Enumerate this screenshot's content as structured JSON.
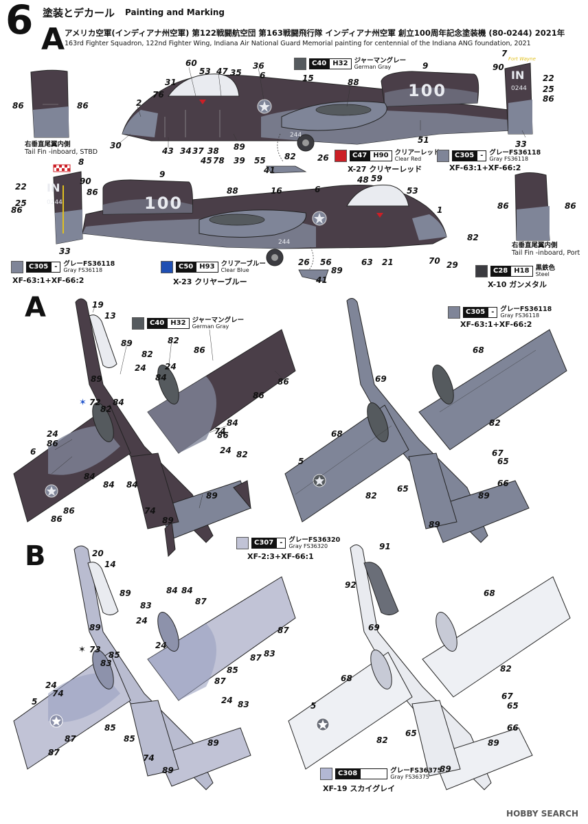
{
  "header": {
    "step_number": "6",
    "title_jp": "塗装とデカール",
    "title_en": "Painting and Marking",
    "section": "A",
    "desc_jp": "アメリカ空軍(インディアナ州空軍) 第122戦闘航空団 第163戦闘飛行隊 インディアナ州空軍 創立100周年記念塗装機 (80-0244) 2021年",
    "desc_en": "163rd Fighter Squadron, 122nd Fighter Wing, Indiana Air National Guard Memorial painting for centennial of the Indiana ANG foundation, 2021"
  },
  "colors": {
    "dark_gray": "#4a3e48",
    "german_gray": "#555a5e",
    "mid_gray": "#7f8598",
    "light_gray": "#b9bcd0",
    "very_light": "#e9ebf0",
    "clear_red": "#cc1f26",
    "clear_blue": "#1f4fb3",
    "steel": "#3b3b40",
    "c307": "#c1c3d6",
    "c308": "#b3b8d4"
  },
  "paints": {
    "c40": {
      "code": "C40",
      "h": "H32",
      "name_jp": "ジャーマングレー",
      "name_en": "German Gray"
    },
    "c47": {
      "code": "C47",
      "h": "H90",
      "name_jp": "クリアーレッド",
      "name_en": "Clear Red"
    },
    "c305": {
      "code": "C305",
      "h": "-",
      "name_jp": "グレーFS36118",
      "name_en": "Gray FS36118"
    },
    "c50": {
      "code": "C50",
      "h": "H93",
      "name_jp": "クリアーブルー",
      "name_en": "Clear Blue"
    },
    "c28": {
      "code": "C28",
      "h": "H18",
      "name_jp": "黒鉄色",
      "name_en": "Steel"
    },
    "c307": {
      "code": "C307",
      "h": "-",
      "name_jp": "グレーFS36320",
      "name_en": "Gray FS36320"
    },
    "c308": {
      "code": "C308",
      "h": "",
      "name_jp": "グレーFS36375",
      "name_en": "Gray FS36375"
    }
  },
  "mixes": {
    "x27": "X-27 クリヤーレッド",
    "xf63_1": "XF-63:1+XF-66:2",
    "x23": "X-23 クリヤーブルー",
    "x10": "X-10 ガンメタル",
    "xf63_2": "XF-63:1+XF-66:2",
    "xf63_3": "XF-63:1+XF-66:2",
    "xf2": "XF-2:3+XF-66:1",
    "xf19": "XF-19 スカイグレイ"
  },
  "captions": {
    "tail_stbd_jp": "右垂直尾翼内側",
    "tail_stbd_en": "Tail Fin -inboard, STBD",
    "tail_port_jp": "右垂直尾翼内側",
    "tail_port_en": "Tail Fin -inboard, Port"
  },
  "section_labels": {
    "a": "A",
    "b": "B"
  },
  "side_labels": {
    "IN": "IN",
    "serial": "0244",
    "number_100": "100",
    "tail_code": "244",
    "small": "Fort Wayne"
  },
  "callouts_top": [
    "60",
    "53",
    "47",
    "35",
    "36",
    "6",
    "15",
    "88",
    "9",
    "7",
    "90",
    "22",
    "25",
    "86",
    "86",
    "86",
    "31",
    "76",
    "2",
    "30",
    "43",
    "34",
    "37",
    "45",
    "78",
    "38",
    "39",
    "89",
    "55",
    "51",
    "82",
    "26",
    "41",
    "33"
  ],
  "callouts_mid": [
    "8",
    "22",
    "90",
    "25",
    "86",
    "86",
    "9",
    "88",
    "16",
    "6",
    "48",
    "59",
    "53",
    "1",
    "82",
    "70",
    "29",
    "26",
    "56",
    "89",
    "63",
    "21",
    "41",
    "33",
    "86",
    "86"
  ],
  "callouts_bottom_a": [
    "19",
    "13",
    "89",
    "82",
    "24",
    "86",
    "82",
    "89",
    "24",
    "84",
    "86",
    "86",
    "72",
    "82",
    "84",
    "84",
    "24",
    "86",
    "74",
    "24",
    "6",
    "86",
    "82",
    "84",
    "84",
    "84",
    "74",
    "89",
    "86",
    "86",
    "89"
  ],
  "callouts_bottom_a2": [
    "68",
    "69",
    "82",
    "68",
    "67",
    "65",
    "5",
    "66",
    "65",
    "82",
    "89",
    "89"
  ],
  "callouts_bottom_b": [
    "20",
    "14",
    "89",
    "83",
    "84",
    "24",
    "87",
    "89",
    "24",
    "84",
    "83",
    "87",
    "87",
    "73",
    "85",
    "83",
    "85",
    "24",
    "87",
    "74",
    "24",
    "83",
    "5",
    "85",
    "87",
    "87",
    "85",
    "74",
    "89",
    "89"
  ],
  "callouts_bottom_b2": [
    "91",
    "92",
    "68",
    "69",
    "82",
    "68",
    "67",
    "65",
    "5",
    "66",
    "65",
    "82",
    "89",
    "89"
  ],
  "watermark": "HOBBY SEARCH"
}
